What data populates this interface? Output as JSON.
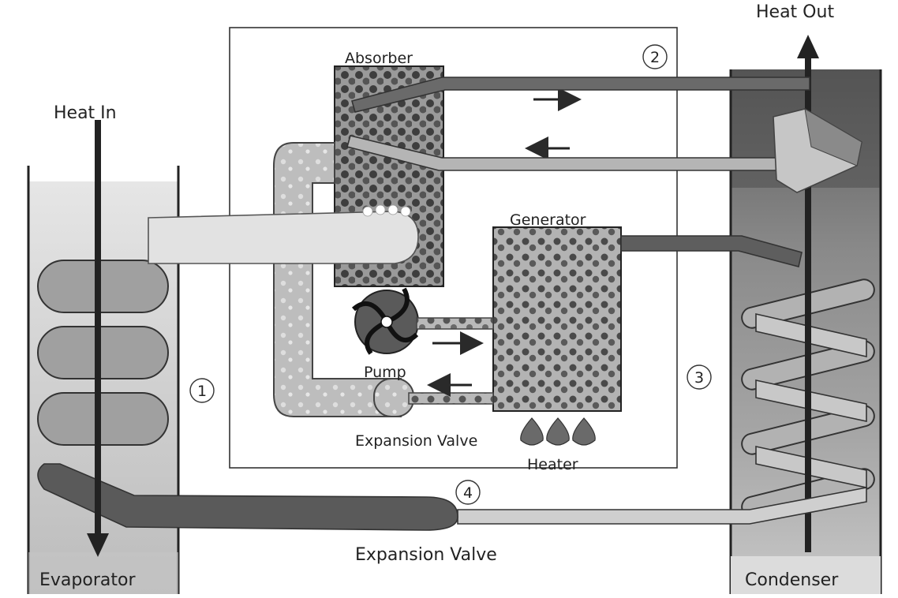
{
  "labels": {
    "heat_in": "Heat In",
    "heat_out": "Heat Out",
    "absorber": "Absorber",
    "generator": "Generator",
    "pump": "Pump",
    "expansion_valve_inner": "Expansion Valve",
    "heater": "Heater",
    "expansion_valve_outer": "Expansion Valve",
    "evaporator": "Evaporator",
    "condenser": "Condenser"
  },
  "markers": {
    "one": "1",
    "two": "2",
    "three": "3",
    "four": "4"
  }
}
